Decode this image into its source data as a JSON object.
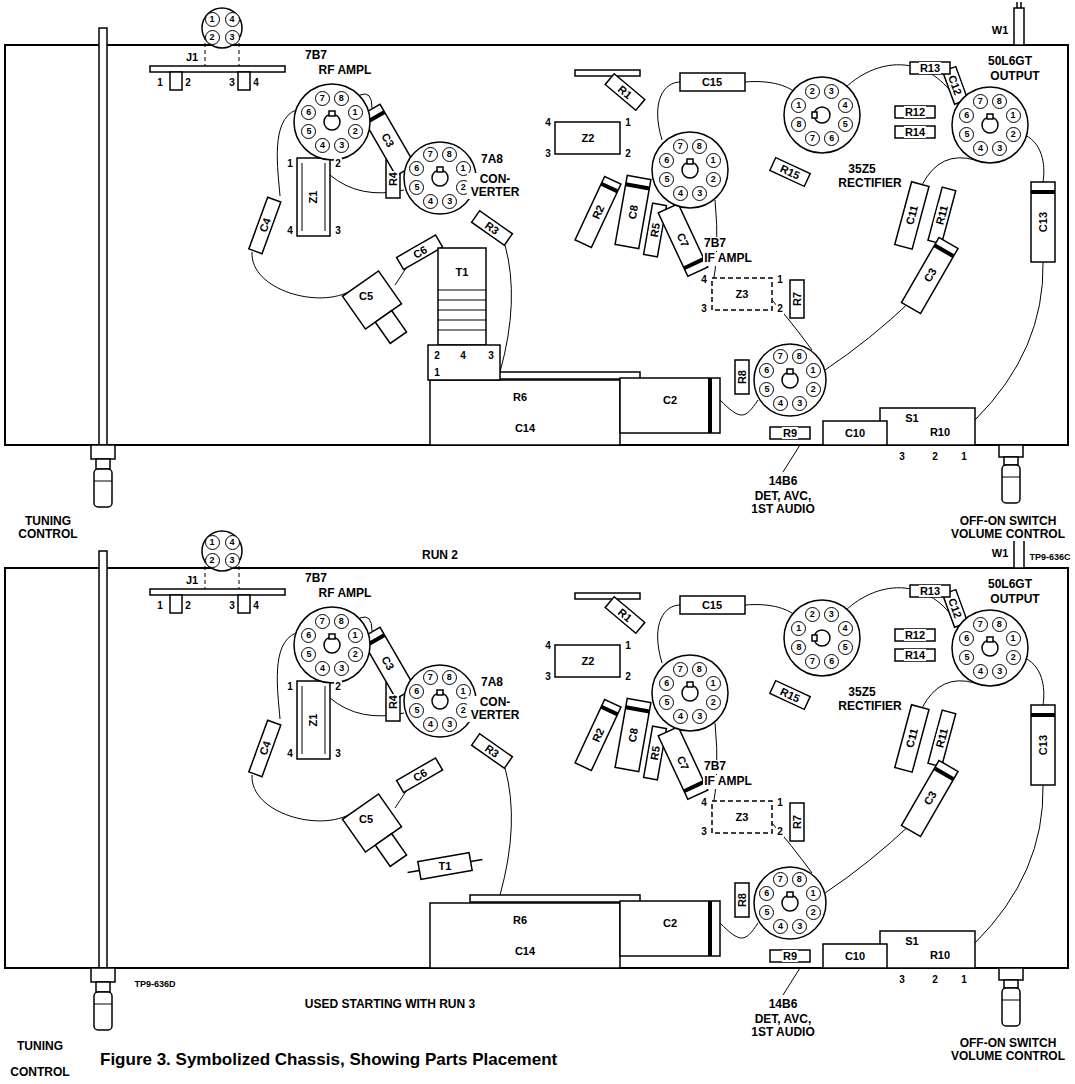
{
  "diagram": {
    "caption": "Figure 3. Symbolized Chassis, Showing Parts Placement",
    "labels": [
      "1",
      "4",
      "2",
      "3",
      "J1",
      "1",
      "2",
      "3",
      "4",
      "1",
      "2",
      "3",
      "4",
      "5",
      "6",
      "7",
      "8",
      "7B7",
      "RF AMPL",
      "C3",
      "1",
      "4",
      "2",
      "3",
      "Z1",
      "R4",
      "1",
      "2",
      "3",
      "4",
      "5",
      "6",
      "7",
      "8",
      "7A8",
      "CON- VERTER",
      "C4",
      "C5",
      "C6",
      "R3",
      "4",
      "3",
      "1",
      "2",
      "Z2",
      "R1",
      "C15",
      "1",
      "2",
      "3",
      "4",
      "5",
      "6",
      "7",
      "8",
      "R2",
      "C8",
      "R5",
      "C7",
      "7B7",
      "IF AMPL",
      "4",
      "3",
      "1",
      "2",
      "Z3",
      "R7",
      "R8",
      "1",
      "2",
      "3",
      "4",
      "5",
      "6",
      "7",
      "8",
      "R6",
      "C14",
      "C2",
      "R9",
      "C10",
      "S1",
      "R10",
      "3",
      "2",
      "1",
      "14B6",
      "DET, AVC, 1ST AUDIO",
      "1",
      "2",
      "3",
      "4",
      "5",
      "6",
      "7",
      "8",
      "R15",
      "35Z5",
      "RECTIFIER",
      "R13",
      "C12",
      "R12",
      "R14",
      "1",
      "2",
      "3",
      "4",
      "5",
      "6",
      "7",
      "8",
      "50L6GT",
      "OUTPUT",
      "C11",
      "R11",
      "C3",
      "C13",
      "W1",
      "T1",
      "2",
      "4",
      "3",
      "1",
      "TUNING CONTROL",
      "RUN 2",
      "OFF-ON SWITCH VOLUME CONTROL",
      "TP9-636C",
      "1",
      "4",
      "2",
      "3",
      "J1",
      "1",
      "2",
      "3",
      "4",
      "1",
      "2",
      "3",
      "4",
      "5",
      "6",
      "7",
      "8",
      "7B7",
      "RF AMPL",
      "C3",
      "1",
      "4",
      "2",
      "3",
      "Z1",
      "R4",
      "1",
      "2",
      "3",
      "4",
      "5",
      "6",
      "7",
      "8",
      "7A8",
      "CON- VERTER",
      "C4",
      "C5",
      "C6",
      "R3",
      "4",
      "3",
      "1",
      "2",
      "Z2",
      "R1",
      "C15",
      "1",
      "2",
      "3",
      "4",
      "5",
      "6",
      "7",
      "8",
      "R2",
      "C8",
      "R5",
      "C7",
      "7B7",
      "IF AMPL",
      "4",
      "3",
      "1",
      "2",
      "Z3",
      "R7",
      "R8",
      "1",
      "2",
      "3",
      "4",
      "5",
      "6",
      "7",
      "8",
      "R6",
      "C14",
      "C2",
      "R9",
      "C10",
      "S1",
      "R10",
      "3",
      "2",
      "1",
      "14B6",
      "DET, AVC, 1ST AUDIO",
      "1",
      "2",
      "3",
      "4",
      "5",
      "6",
      "7",
      "8",
      "R15",
      "35Z5",
      "RECTIFIER",
      "R13",
      "C12",
      "R12",
      "R14",
      "1",
      "2",
      "3",
      "4",
      "5",
      "6",
      "7",
      "8",
      "50L6GT",
      "OUTPUT",
      "C11",
      "R11",
      "C3",
      "C13",
      "W1",
      "T1",
      "TP9-636D",
      "USED STARTING WITH RUN 3",
      "TUNING",
      "CONTROL",
      "OFF-ON SWITCH VOLUME CONTROL"
    ]
  }
}
